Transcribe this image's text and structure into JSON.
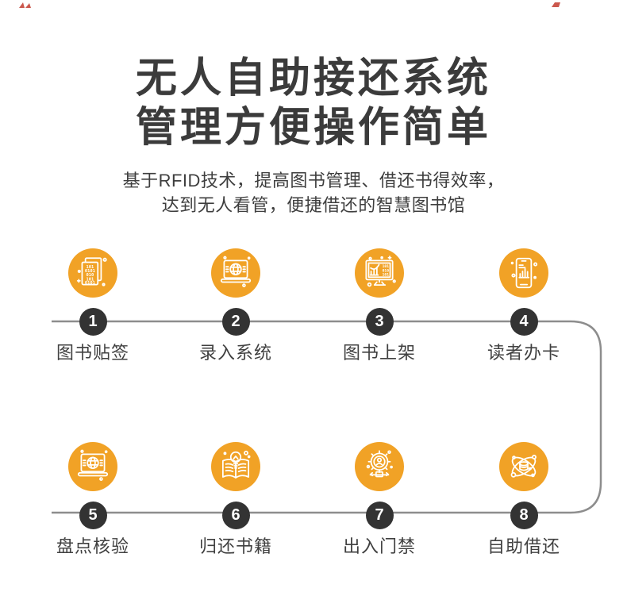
{
  "page": {
    "title_line1": "无人自助接还系统",
    "title_line2": "管理方便操作简单",
    "subtitle_line1": "基于RFID技术，提高图书管理、借还书得效率，",
    "subtitle_line2": "达到无人看管，便捷借还的智慧图书馆"
  },
  "colors": {
    "accent_orange": "#F1A226",
    "number_circle": "#333333",
    "connector_line": "#8d8d8d",
    "title_text": "#3b3b3b",
    "subtitle_text": "#3e3e3e",
    "label_text": "#404040",
    "corner_mark_red": "#c23b2e"
  },
  "steps": [
    {
      "number": "1",
      "label": "图书贴签",
      "icon": "binary-document-icon"
    },
    {
      "number": "2",
      "label": "录入系统",
      "icon": "laptop-globe-icon"
    },
    {
      "number": "3",
      "label": "图书上架",
      "icon": "monitor-chart-icon"
    },
    {
      "number": "4",
      "label": "读者办卡",
      "icon": "phone-chart-icon"
    },
    {
      "number": "5",
      "label": "盘点核验",
      "icon": "laptop-globe-icon"
    },
    {
      "number": "6",
      "label": "归还书籍",
      "icon": "book-lightbulb-icon"
    },
    {
      "number": "7",
      "label": "出入门禁",
      "icon": "gear-person-icon"
    },
    {
      "number": "8",
      "label": "自助借还",
      "icon": "atom-orbit-icon"
    }
  ]
}
